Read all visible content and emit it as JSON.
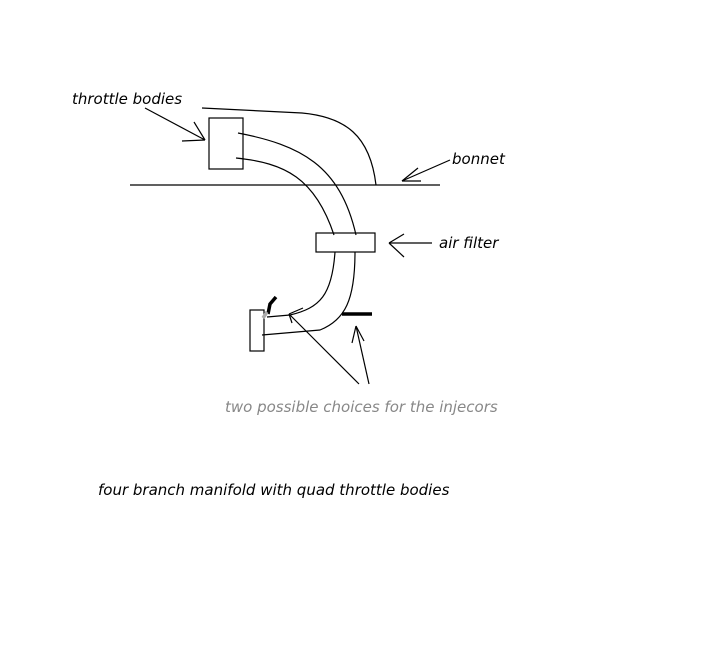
{
  "labels": {
    "throttle_bodies": "throttle bodies",
    "bonnet": "bonnet",
    "air_filter": "air filter",
    "injectors_note": "two possible choices for the injecors",
    "caption": "four branch manifold with quad throttle bodies"
  },
  "colors": {
    "ink": "#000000",
    "grey_text": "#888888",
    "grey_mark": "#aaaaaa",
    "background": "#ffffff"
  }
}
